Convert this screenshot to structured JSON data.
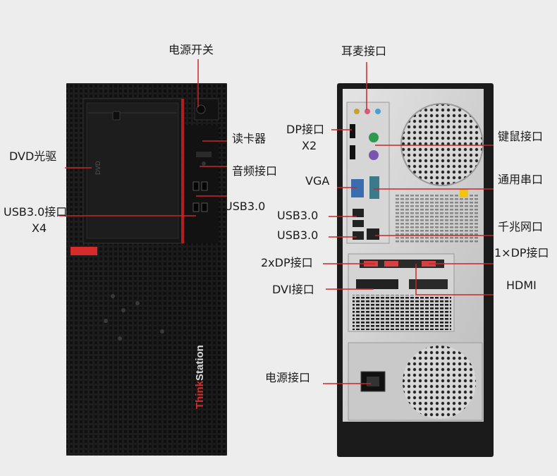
{
  "brand": {
    "name": "ThinkStation",
    "accent": "#d62b2b",
    "case_color": "#1e1e1e",
    "line_color": "#c62828"
  },
  "front_labels": {
    "power_switch": "电源开关",
    "card_reader": "读卡器",
    "audio_port": "音频接口",
    "usb30_front": "USB3.0",
    "dvd_drive": "DVD光驱",
    "usb30_port_line1": "USB3.0接口",
    "usb30_port_line2": "X4"
  },
  "rear_labels": {
    "headset_port": "耳麦接口",
    "dp_port_line1": "DP接口",
    "dp_port_line2": "X2",
    "kb_mouse_port": "键鼠接口",
    "vga": "VGA",
    "serial_port": "通用串口",
    "usb30_a": "USB3.0",
    "usb30_b": "USB3.0",
    "gigabit_lan": "千兆网口",
    "dual_dp": "2xDP接口",
    "single_dp": "1×DP接口",
    "dvi": "DVI接口",
    "hdmi": "HDMI",
    "power_port": "电源接口"
  }
}
